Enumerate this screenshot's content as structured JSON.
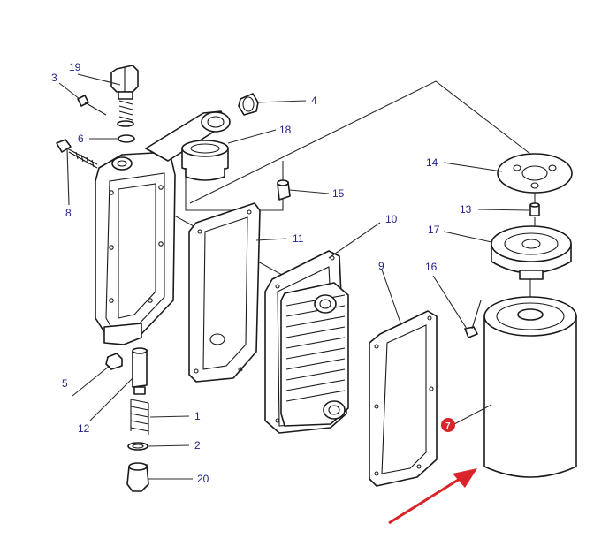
{
  "callouts": {
    "c1": "1",
    "c2": "2",
    "c3": "3",
    "c4": "4",
    "c5": "5",
    "c6": "6",
    "c7": "7",
    "c8": "8",
    "c9": "9",
    "c10": "10",
    "c11": "11",
    "c12": "12",
    "c13": "13",
    "c14": "14",
    "c15": "15",
    "c16": "16",
    "c17": "17",
    "c18": "18",
    "c19": "19",
    "c20": "20"
  },
  "colors": {
    "callout_text": "#22228a",
    "badge": "#d9242a",
    "arrow": "#d9242a",
    "line_art": "#1a1a1a"
  }
}
